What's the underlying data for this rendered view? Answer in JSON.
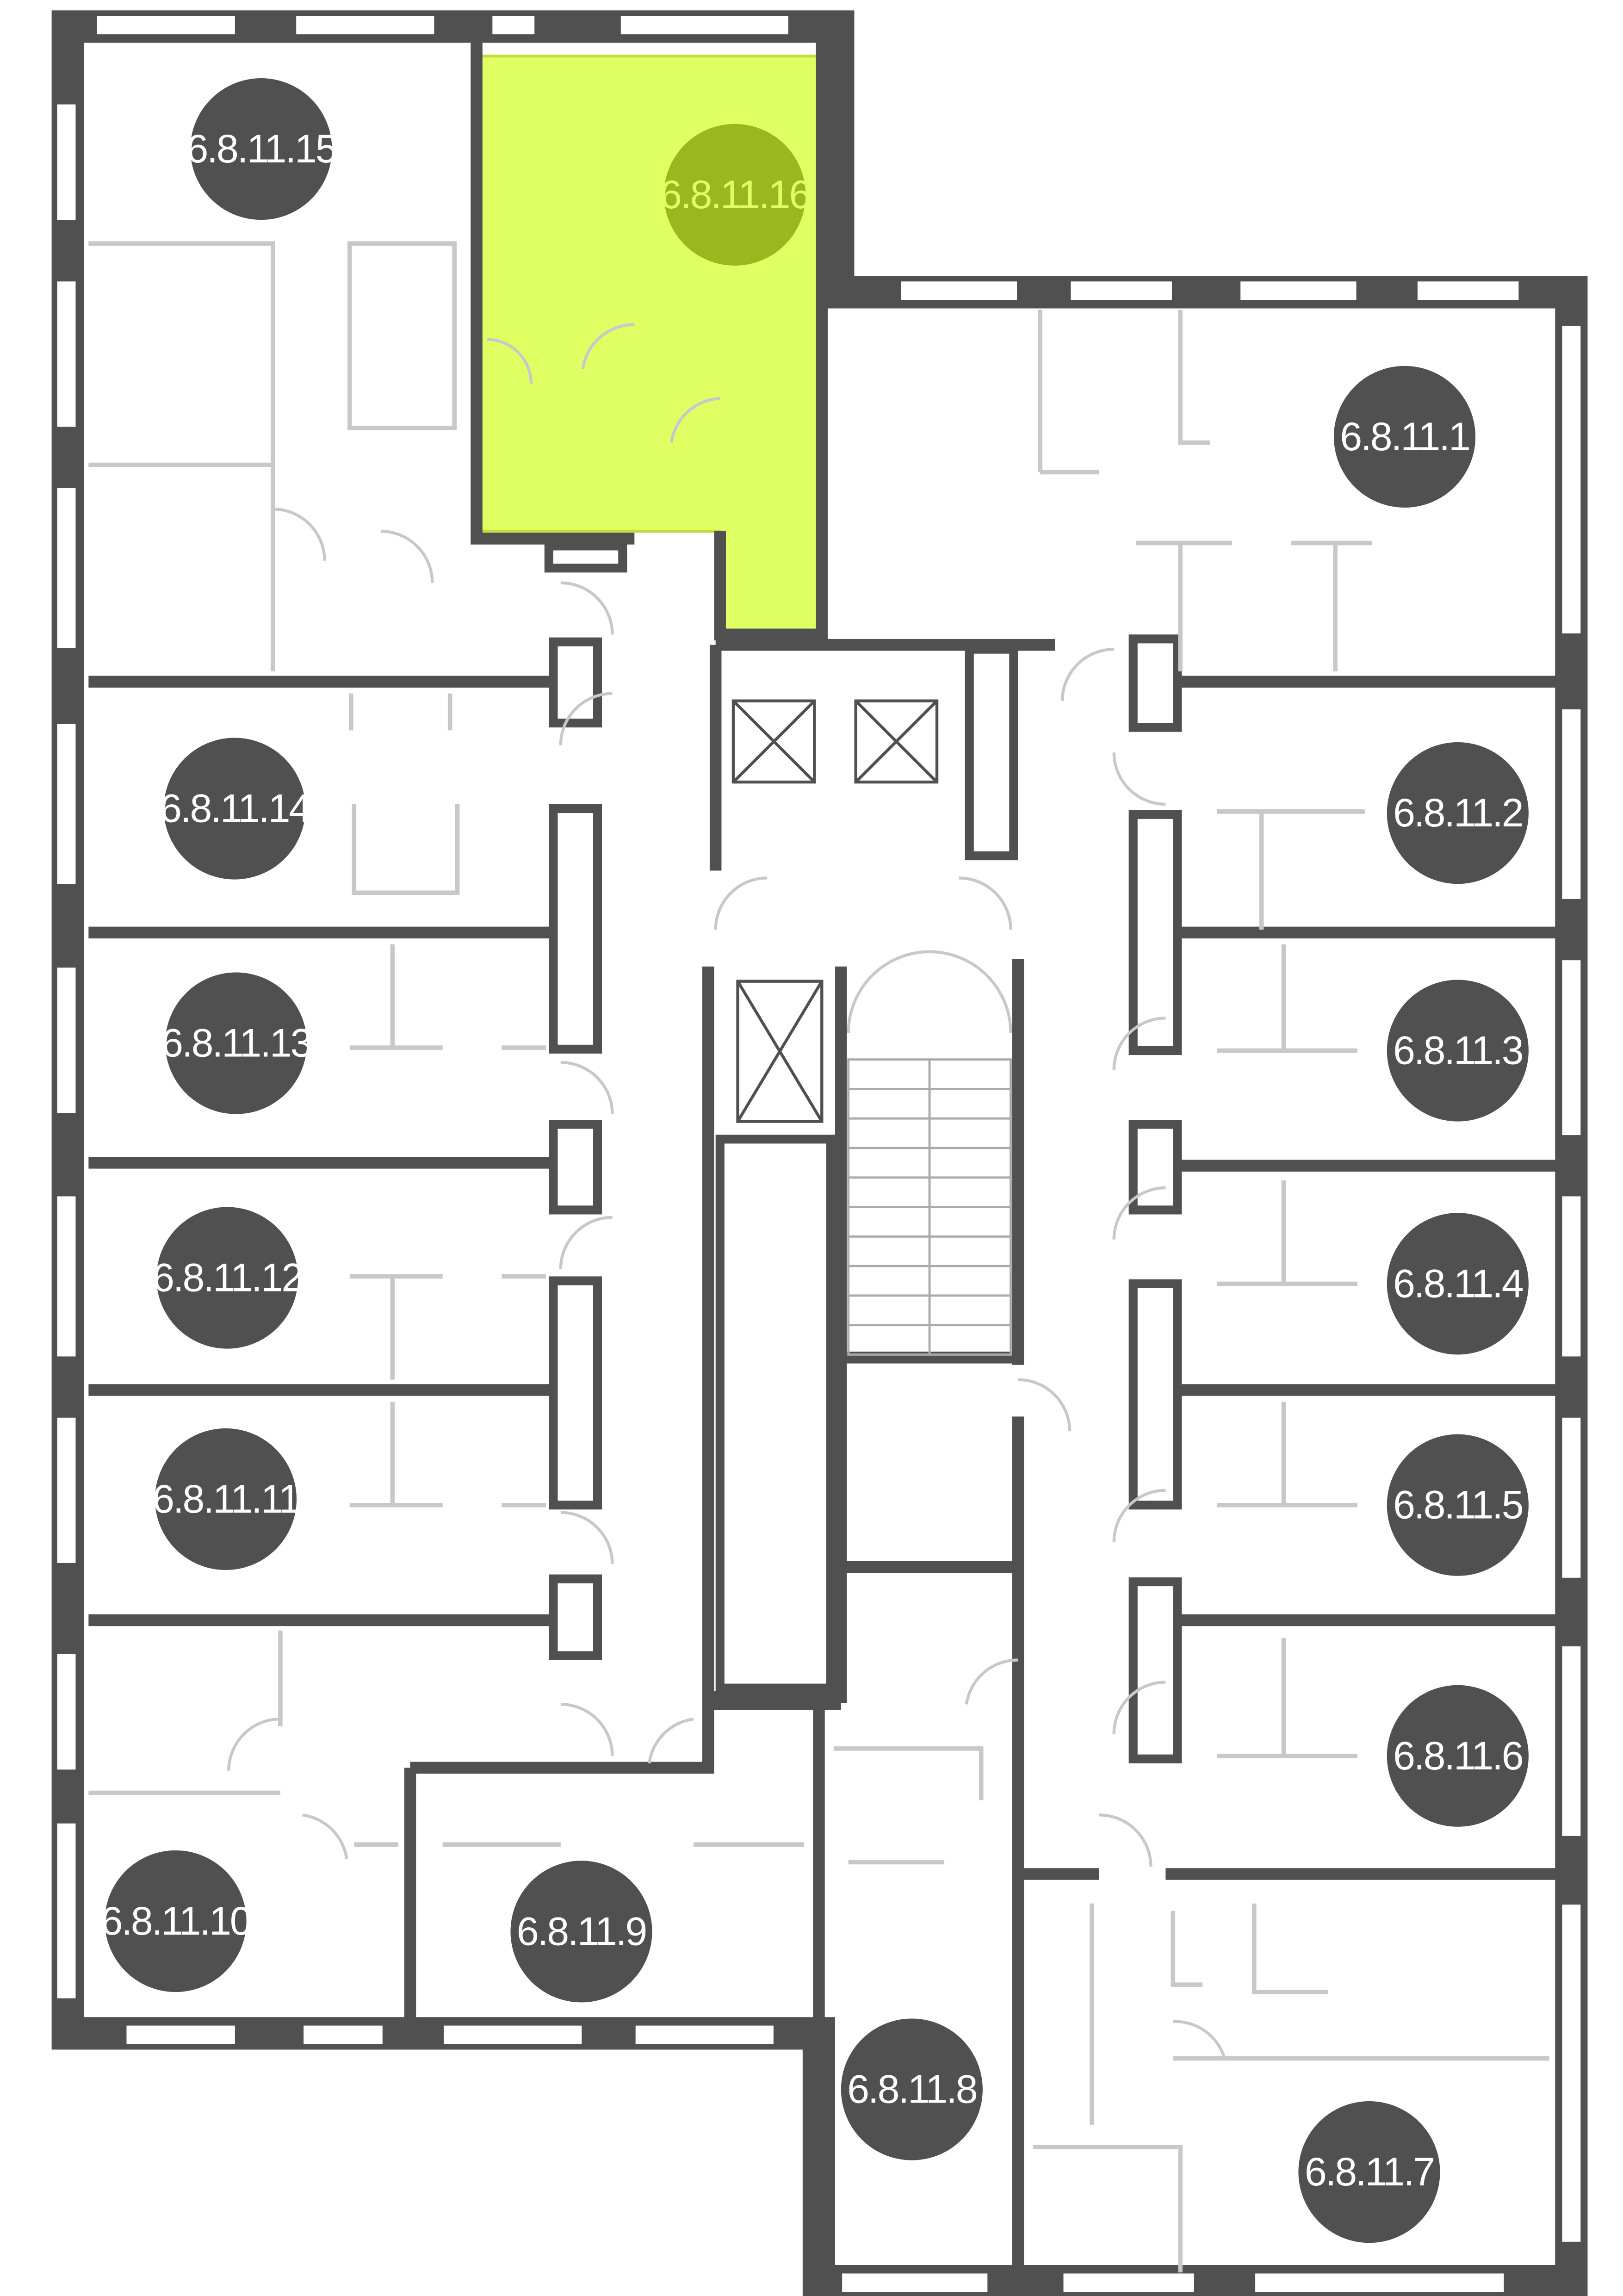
{
  "plan": {
    "colors": {
      "wall": "#505050",
      "selected_fill": "#e0ff62",
      "selected_badge": "#9ab720",
      "badge": "#505050"
    },
    "selected_unit": "6.8.11.16",
    "units": {
      "u1": "6.8.11.1",
      "u2": "6.8.11.2",
      "u3": "6.8.11.3",
      "u4": "6.8.11.4",
      "u5": "6.8.11.5",
      "u6": "6.8.11.6",
      "u7": "6.8.11.7",
      "u8": "6.8.11.8",
      "u9": "6.8.11.9",
      "u10": "6.8.11.10",
      "u11": "6.8.11.11",
      "u12": "6.8.11.12",
      "u13": "6.8.11.13",
      "u14": "6.8.11.14",
      "u15": "6.8.11.15",
      "u16": "6.8.11.16"
    }
  }
}
